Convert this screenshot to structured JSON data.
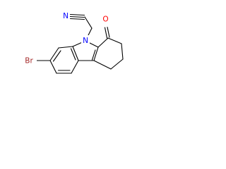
{
  "structure": {
    "atoms": [
      {
        "id": "n_nitrile",
        "symbol": "N",
        "color": "#0000FF"
      },
      {
        "id": "n_ring",
        "symbol": "N",
        "color": "#0000FF"
      },
      {
        "id": "o_ketone",
        "symbol": "O",
        "color": "#FF0000"
      },
      {
        "id": "br",
        "symbol": "Br",
        "color": "#A52A2A"
      }
    ]
  }
}
